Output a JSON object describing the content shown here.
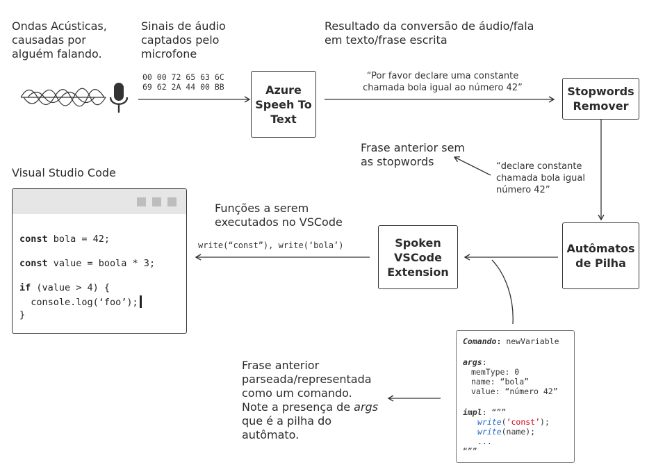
{
  "labels": {
    "waves": "Ondas Acústicas,\ncausadas por\nalguém falando.",
    "signals": "Sinais de áudio\ncaptados pelo\nmicrofone",
    "result": "Resultado da conversão de áudio/fala\nem texto/frase escrita",
    "no_stopwords": "Frase anterior sem\nas stopwords",
    "vscode_title": "Visual Studio Code",
    "functions": "Funções a serem\nexecutados no VSCode",
    "parsed_1": "Frase anterior\nparseada/representada\ncomo um comando.\nNote a presença de ",
    "parsed_args": "args",
    "parsed_2": "\nque é a pilha do\nautômato."
  },
  "hex_data": "00 00 72 65 63 6C\n69 62 2A 44 00 BB",
  "quotes": {
    "full_sentence": "“Por favor declare uma constante\nchamada bola igual ao número 42”",
    "reduced_sentence": "“declare constante\nchamada bola igual\nnúmero 42”"
  },
  "write_calls": "write(“const”), write(‘bola’)",
  "boxes": {
    "azure": "Azure\nSpeeh To\nText",
    "stopwords": "Stopwords\nRemover",
    "automata": "Autômatos\nde Pilha",
    "spoken": "Spoken\nVSCode\nExtension"
  },
  "icons": {
    "microphone": "microphone-icon",
    "sound_wave": "sound-wave-icon"
  },
  "code": {
    "line1_kw": "const",
    "line1": " bola = 42;",
    "line2_kw": "const",
    "line2": " value = boola * 3;",
    "line3_kw": "if",
    "line3": " (value > 4) {",
    "line4": "  console.log(‘foo’);",
    "line5": "}"
  },
  "command": {
    "cmd_key": "Comando",
    "cmd_sep": ": ",
    "cmd_value": "newVariable",
    "args_key": "args",
    "args_sep": ":",
    "arg1": "memType: 0",
    "arg2": "name: “bola”",
    "arg3": "value: “número 42”",
    "impl_key": "impl",
    "impl_sep": ": “””",
    "write_fn": "write",
    "impl1_open": "(",
    "impl1_arg": "‘const’",
    "impl1_close": ");",
    "impl2_args": "(name);",
    "ellipsis": "...",
    "close_quotes": "“””"
  },
  "colors": {
    "code_blue": "#1e64c8",
    "code_red": "#d0021b",
    "stroke": "#333333"
  }
}
